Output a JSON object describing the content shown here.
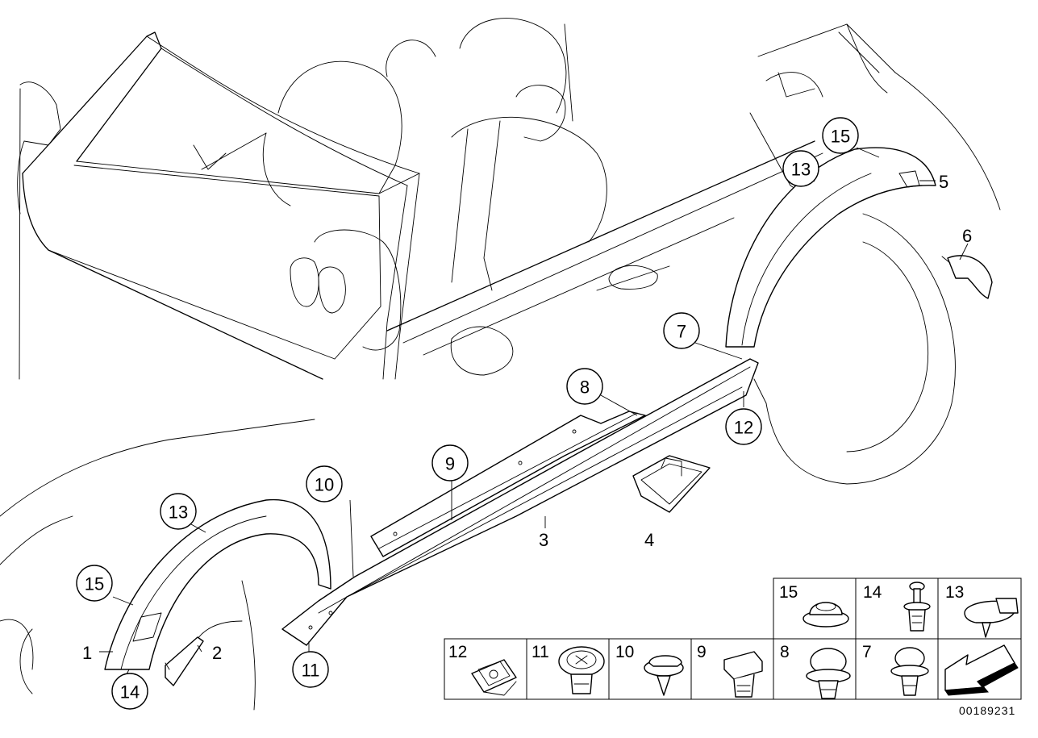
{
  "diagram": {
    "circled_callouts": {
      "c15_rear": "15",
      "c13_rear": "13",
      "c7": "7",
      "c8": "8",
      "c12": "12",
      "c9": "9",
      "c10": "10",
      "c13_front": "13",
      "c15_front": "15",
      "c14": "14",
      "c11": "11"
    },
    "plain_callouts": {
      "p5": "5",
      "p6": "6",
      "p3": "3",
      "p4": "4",
      "p1": "1",
      "p2": "2"
    },
    "legend_top_row": [
      "15",
      "14",
      "13"
    ],
    "legend_bottom_row": [
      "12",
      "11",
      "10",
      "9",
      "8",
      "7"
    ],
    "catalog_code": "00189231"
  }
}
